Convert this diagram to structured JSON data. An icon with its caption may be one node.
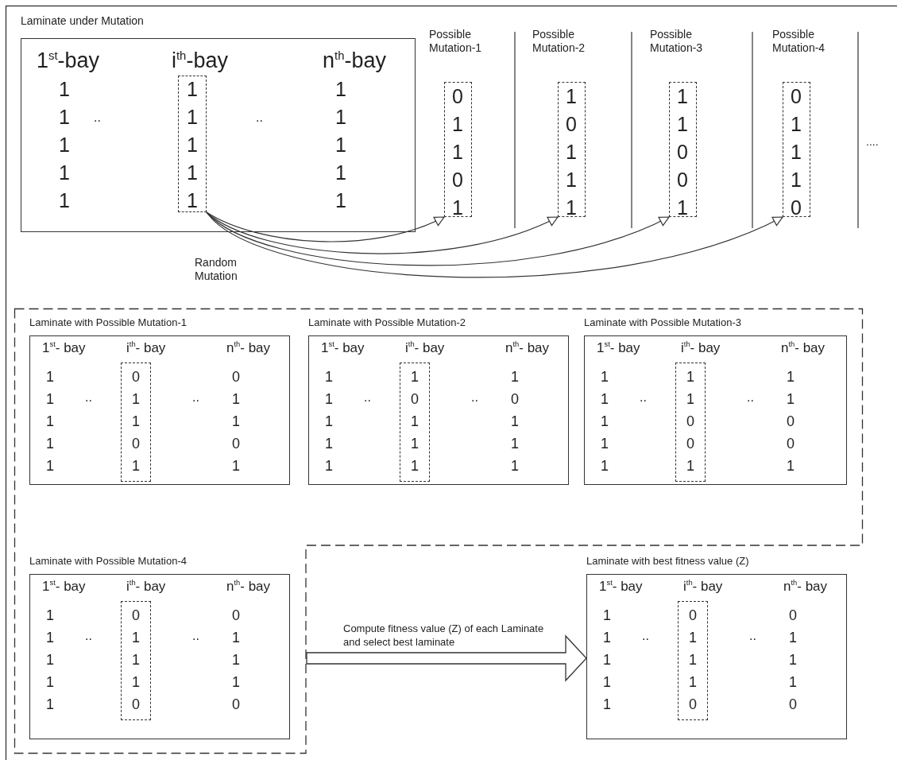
{
  "diagram": {
    "nodes": [
      {
        "text": [
          "Laminate under Mutation",
          "1$^{st}$-bay",
          "i$^{th}$-bay",
          "n$^{th}$-bay",
          "1 1 1 1 1",
          "..",
          "..",
          "1 1 1 1 1"
        ]
      },
      {
        "text": [
          "1 1 1 1 1"
        ],
        "in": 0
      },
      {
        "text": [
          "Possible Mutation-1",
          "0 1 1 0 1"
        ]
      },
      {
        "text": [
          "Possible Mutation-2",
          "1 0 1 1 1"
        ]
      },
      {
        "text": [
          "Possible Mutation-3",
          "1 1 0 0 1"
        ]
      },
      {
        "text": [
          "Possible Mutation-4",
          "0 1 1 1 0"
        ]
      },
      {
        "text": [],
        "shape": "box"
      },
      {
        "text": [
          "Laminate with Possible Mutation-1",
          "1$^{st}$- bay",
          "i$^{th}$- bay",
          "n$^{th}$- bay",
          "1 1 1 1 1",
          "..",
          "..",
          "0 1 1 0 1"
        ],
        "in": 6
      },
      {
        "text": [
          "0 1 1 0 1"
        ],
        "in": 7
      },
      {
        "text": [
          "Laminate with Possible Mutation-2",
          "1$^{st}$- bay",
          "i$^{th}$- bay",
          "n$^{th}$- bay",
          "1 1 1 1 1",
          "..",
          "..",
          "1 0 1 1 1"
        ],
        "in": 6
      },
      {
        "text": [
          "1 0 1 1 1"
        ],
        "in": 9
      },
      {
        "text": [
          "Laminate with Possible Mutation-3",
          "1$^{st}$- bay",
          "i$^{th}$- bay",
          "n$^{th}$- bay",
          "1 1 1 1 1",
          "..",
          "..",
          "1 1 0 0 1"
        ],
        "in": 6
      },
      {
        "text": [
          "1 1 0 0 1"
        ],
        "in": 11
      },
      {
        "text": [
          "Laminate with Possible Mutation-4",
          "1$^{st}$- bay",
          "i$^{th}$- bay",
          "n$^{th}$- bay",
          "1 1 1 1 1",
          "..",
          "..",
          "0 1 1 1 0"
        ],
        "in": 6
      },
      {
        "text": [
          "0 1 1 1 0"
        ],
        "in": 13
      },
      {
        "text": [
          "Laminate with best fitness value (Z)",
          "1$^{st}$- bay",
          "i$^{th}$- bay",
          "n$^{th}$- bay",
          "1 1 1 1 1",
          "..",
          "..",
          "0 1 1 1 0"
        ]
      },
      {
        "text": [
          "0 1 1 1 0"
        ],
        "in": 15
      }
    ],
    "edges": [
      {
        "from": 1,
        "to": 2,
        "arrow": "to"
      },
      {
        "from": 1,
        "to": 3,
        "arrow": "to"
      },
      {
        "from": 1,
        "to": 4,
        "arrow": "to"
      },
      {
        "from": 1,
        "to": 5,
        "arrow": "to"
      },
      {
        "from": 6,
        "to": 15,
        "arrow": "to",
        "label": "Compute fitness value (Z) of each Laminate and select best laminate",
        "style": "thick"
      }
    ],
    "labels": [
      "....",
      "Random Mutation"
    ]
  }
}
